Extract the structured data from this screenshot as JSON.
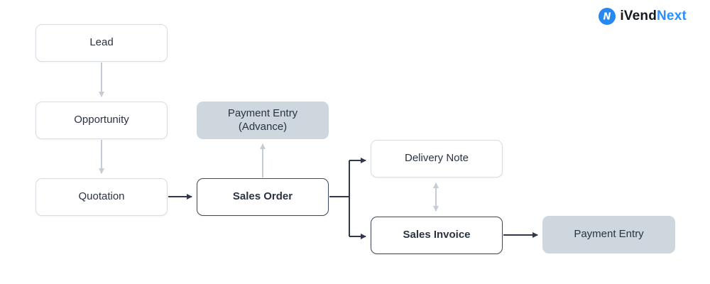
{
  "logo": {
    "text_primary": "iVend",
    "text_accent": "Next",
    "primary_color": "#15181e",
    "accent_color": "#2b8fff",
    "icon_bg_color": "#2688f0",
    "icon_glyph": "N"
  },
  "diagram": {
    "nodes": [
      {
        "id": "lead",
        "label": "Lead",
        "variant": "plain"
      },
      {
        "id": "opportunity",
        "label": "Opportunity",
        "variant": "plain"
      },
      {
        "id": "quotation",
        "label": "Quotation",
        "variant": "plain"
      },
      {
        "id": "payment-entry-advance",
        "label": "Payment Entry",
        "label2": "(Advance)",
        "variant": "filled"
      },
      {
        "id": "sales-order",
        "label": "Sales Order",
        "variant": "outlined-bold"
      },
      {
        "id": "delivery-note",
        "label": "Delivery Note",
        "variant": "plain"
      },
      {
        "id": "sales-invoice",
        "label": "Sales Invoice",
        "variant": "outlined-bold"
      },
      {
        "id": "payment-entry",
        "label": "Payment Entry",
        "variant": "filled"
      }
    ],
    "edges": [
      {
        "from": "Lead",
        "to": "Opportunity",
        "style": "light",
        "arrow": "forward"
      },
      {
        "from": "Opportunity",
        "to": "Quotation",
        "style": "light",
        "arrow": "forward"
      },
      {
        "from": "Quotation",
        "to": "Sales Order",
        "style": "dark",
        "arrow": "forward"
      },
      {
        "from": "Sales Order",
        "to": "Payment Entry (Advance)",
        "style": "light",
        "arrow": "forward"
      },
      {
        "from": "Sales Order",
        "to": "Delivery Note",
        "style": "dark",
        "arrow": "forward"
      },
      {
        "from": "Sales Order",
        "to": "Sales Invoice",
        "style": "dark",
        "arrow": "forward"
      },
      {
        "from": "Delivery Note",
        "to": "Sales Invoice",
        "style": "light",
        "arrow": "both"
      },
      {
        "from": "Sales Invoice",
        "to": "Payment Entry",
        "style": "dark",
        "arrow": "forward"
      }
    ],
    "colors": {
      "background": "#ffffff",
      "node_fill_plain": "#ffffff",
      "node_fill_shaded": "#ced6de",
      "node_border_light": "#d8dde4",
      "node_border_dark": "#3e4a5c",
      "edge_light": "#c5ccd5",
      "edge_dark": "#2e3949",
      "text": "#2a3342"
    }
  }
}
